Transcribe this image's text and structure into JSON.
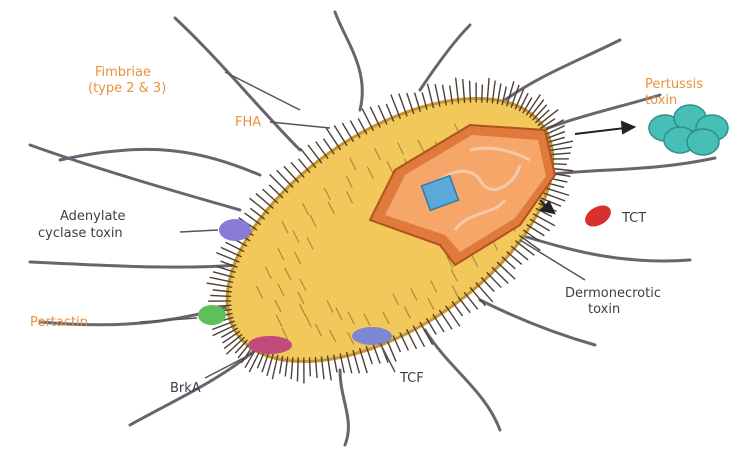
{
  "labels": {
    "fimbriae_line1": "Fimbriae",
    "fimbriae_line2": "(type 2 & 3)",
    "fha": "FHA",
    "pertussis_line1": "Pertussis",
    "pertussis_line2": "toxin",
    "tct": "TCT",
    "adenylate_line1": "Adenylate",
    "adenylate_line2": "cyclase toxin",
    "dermonecrotic_line1": "Dermonecrotic",
    "dermonecrotic_line2": "toxin",
    "pertactin": "Pertactin",
    "brka": "BrkA",
    "tcf": "TCF"
  },
  "colors": {
    "label_orange": "#e8923a",
    "label_dark": "#3d3d4a",
    "cell_body": "#f2c85a",
    "cell_outline": "#c9962c",
    "flagella": "#6b6470",
    "pili": "#4a4038",
    "cutaway": "#e07a3c",
    "nucleoid": "#f5c9a8",
    "blue_box": "#5aa9d8",
    "pertussis_toxin": "#48bfb6",
    "tct_blob": "#d9302e",
    "adenylate_blob": "#8a7ad6",
    "pertactin_blob": "#5fbf5a",
    "brka_blob": "#c04a7a",
    "tcf_blob": "#7f86d6"
  }
}
